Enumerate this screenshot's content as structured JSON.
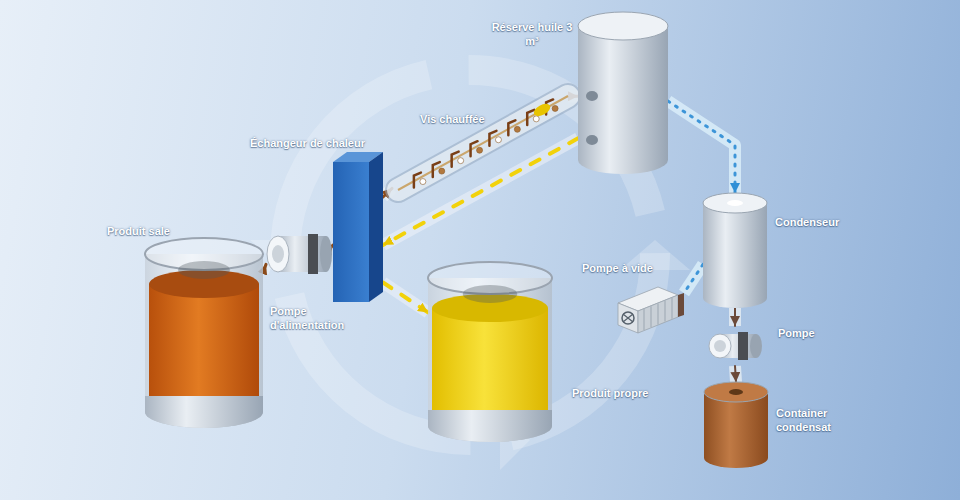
{
  "diagram": {
    "nodes": [
      {
        "text": [
          "Produit sale"
        ]
      },
      {
        "text": [
          "Pompe d'alimentation"
        ]
      },
      {
        "text": [
          "Échangeur de chaleur"
        ]
      },
      {
        "text": [
          "Vis chauffée"
        ]
      },
      {
        "text": [
          "Réserve huile 3 m³"
        ]
      },
      {
        "text": [
          "Condenseur"
        ]
      },
      {
        "text": [
          "Pompe à vide"
        ]
      },
      {
        "text": [
          "Pompe"
        ]
      },
      {
        "text": [
          "Container condensat"
        ]
      },
      {
        "text": [
          "Produit propre"
        ]
      }
    ],
    "edges": [
      {
        "from": 0,
        "to": 1,
        "arrow": "to"
      },
      {
        "from": 1,
        "to": 2,
        "arrow": "to"
      },
      {
        "from": 2,
        "to": 3,
        "arrow": "to"
      },
      {
        "from": 3,
        "to": 4,
        "arrow": "to"
      },
      {
        "from": 4,
        "to": 2,
        "arrow": "to"
      },
      {
        "from": 2,
        "to": 9,
        "arrow": "to"
      },
      {
        "from": 4,
        "to": 5,
        "arrow": "to"
      },
      {
        "from": 5,
        "to": 6,
        "arrow": "none"
      },
      {
        "from": 5,
        "to": 7,
        "arrow": "to"
      },
      {
        "from": 7,
        "to": 8,
        "arrow": "to"
      }
    ]
  }
}
